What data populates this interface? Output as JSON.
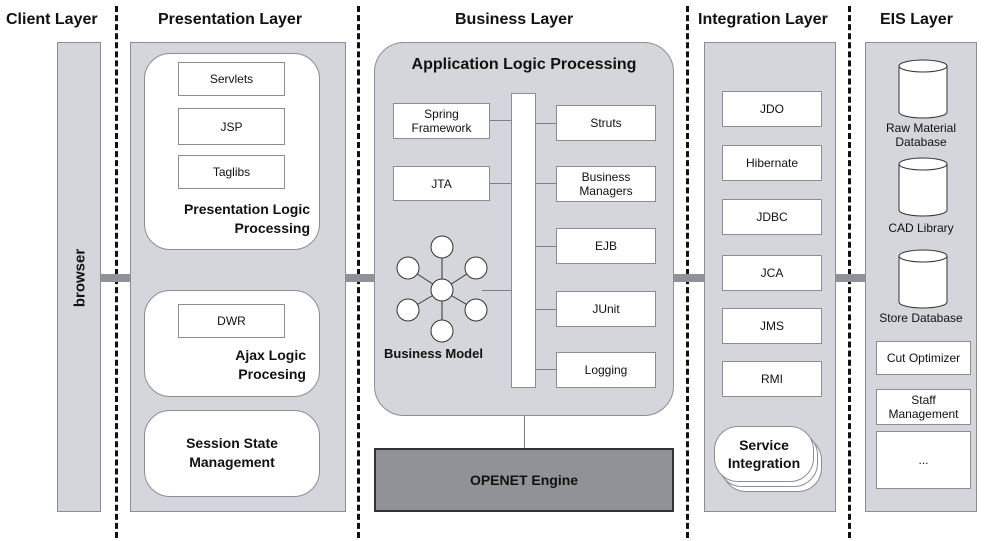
{
  "layers": {
    "client": "Client Layer",
    "presentation": "Presentation Layer",
    "business": "Business Layer",
    "integration": "Integration Layer",
    "eis": "EIS Layer"
  },
  "client": {
    "browser": "browser"
  },
  "presentation": {
    "logic_items": [
      "Servlets",
      "JSP",
      "Taglibs"
    ],
    "logic_title_1": "Presentation Logic",
    "logic_title_2": "Processing",
    "ajax_item": "DWR",
    "ajax_title_1": "Ajax Logic",
    "ajax_title_2": "Procesing",
    "session_1": "Session State",
    "session_2": "Management"
  },
  "business": {
    "title": "Application Logic Processing",
    "spring_1": "Spring",
    "spring_2": "Framework",
    "jta": "JTA",
    "right_items": [
      "Struts",
      "Business Managers",
      "EJB",
      "JUnit",
      "Logging"
    ],
    "model": "Business Model",
    "engine": "OPENET Engine"
  },
  "integration": {
    "items": [
      "JDO",
      "Hibernate",
      "JDBC",
      "JCA",
      "JMS",
      "RMI"
    ],
    "service_1": "Service",
    "service_2": "Integration"
  },
  "eis": {
    "db1_1": "Raw Material",
    "db1_2": "Database",
    "db2": "CAD Library",
    "db3": "Store Database",
    "cut": "Cut Optimizer",
    "staff_1": "Staff",
    "staff_2": "Management",
    "more": "..."
  },
  "colors": {
    "panel": "#d4d6db",
    "engine": "#8f9297",
    "connector": "#8f9297"
  }
}
